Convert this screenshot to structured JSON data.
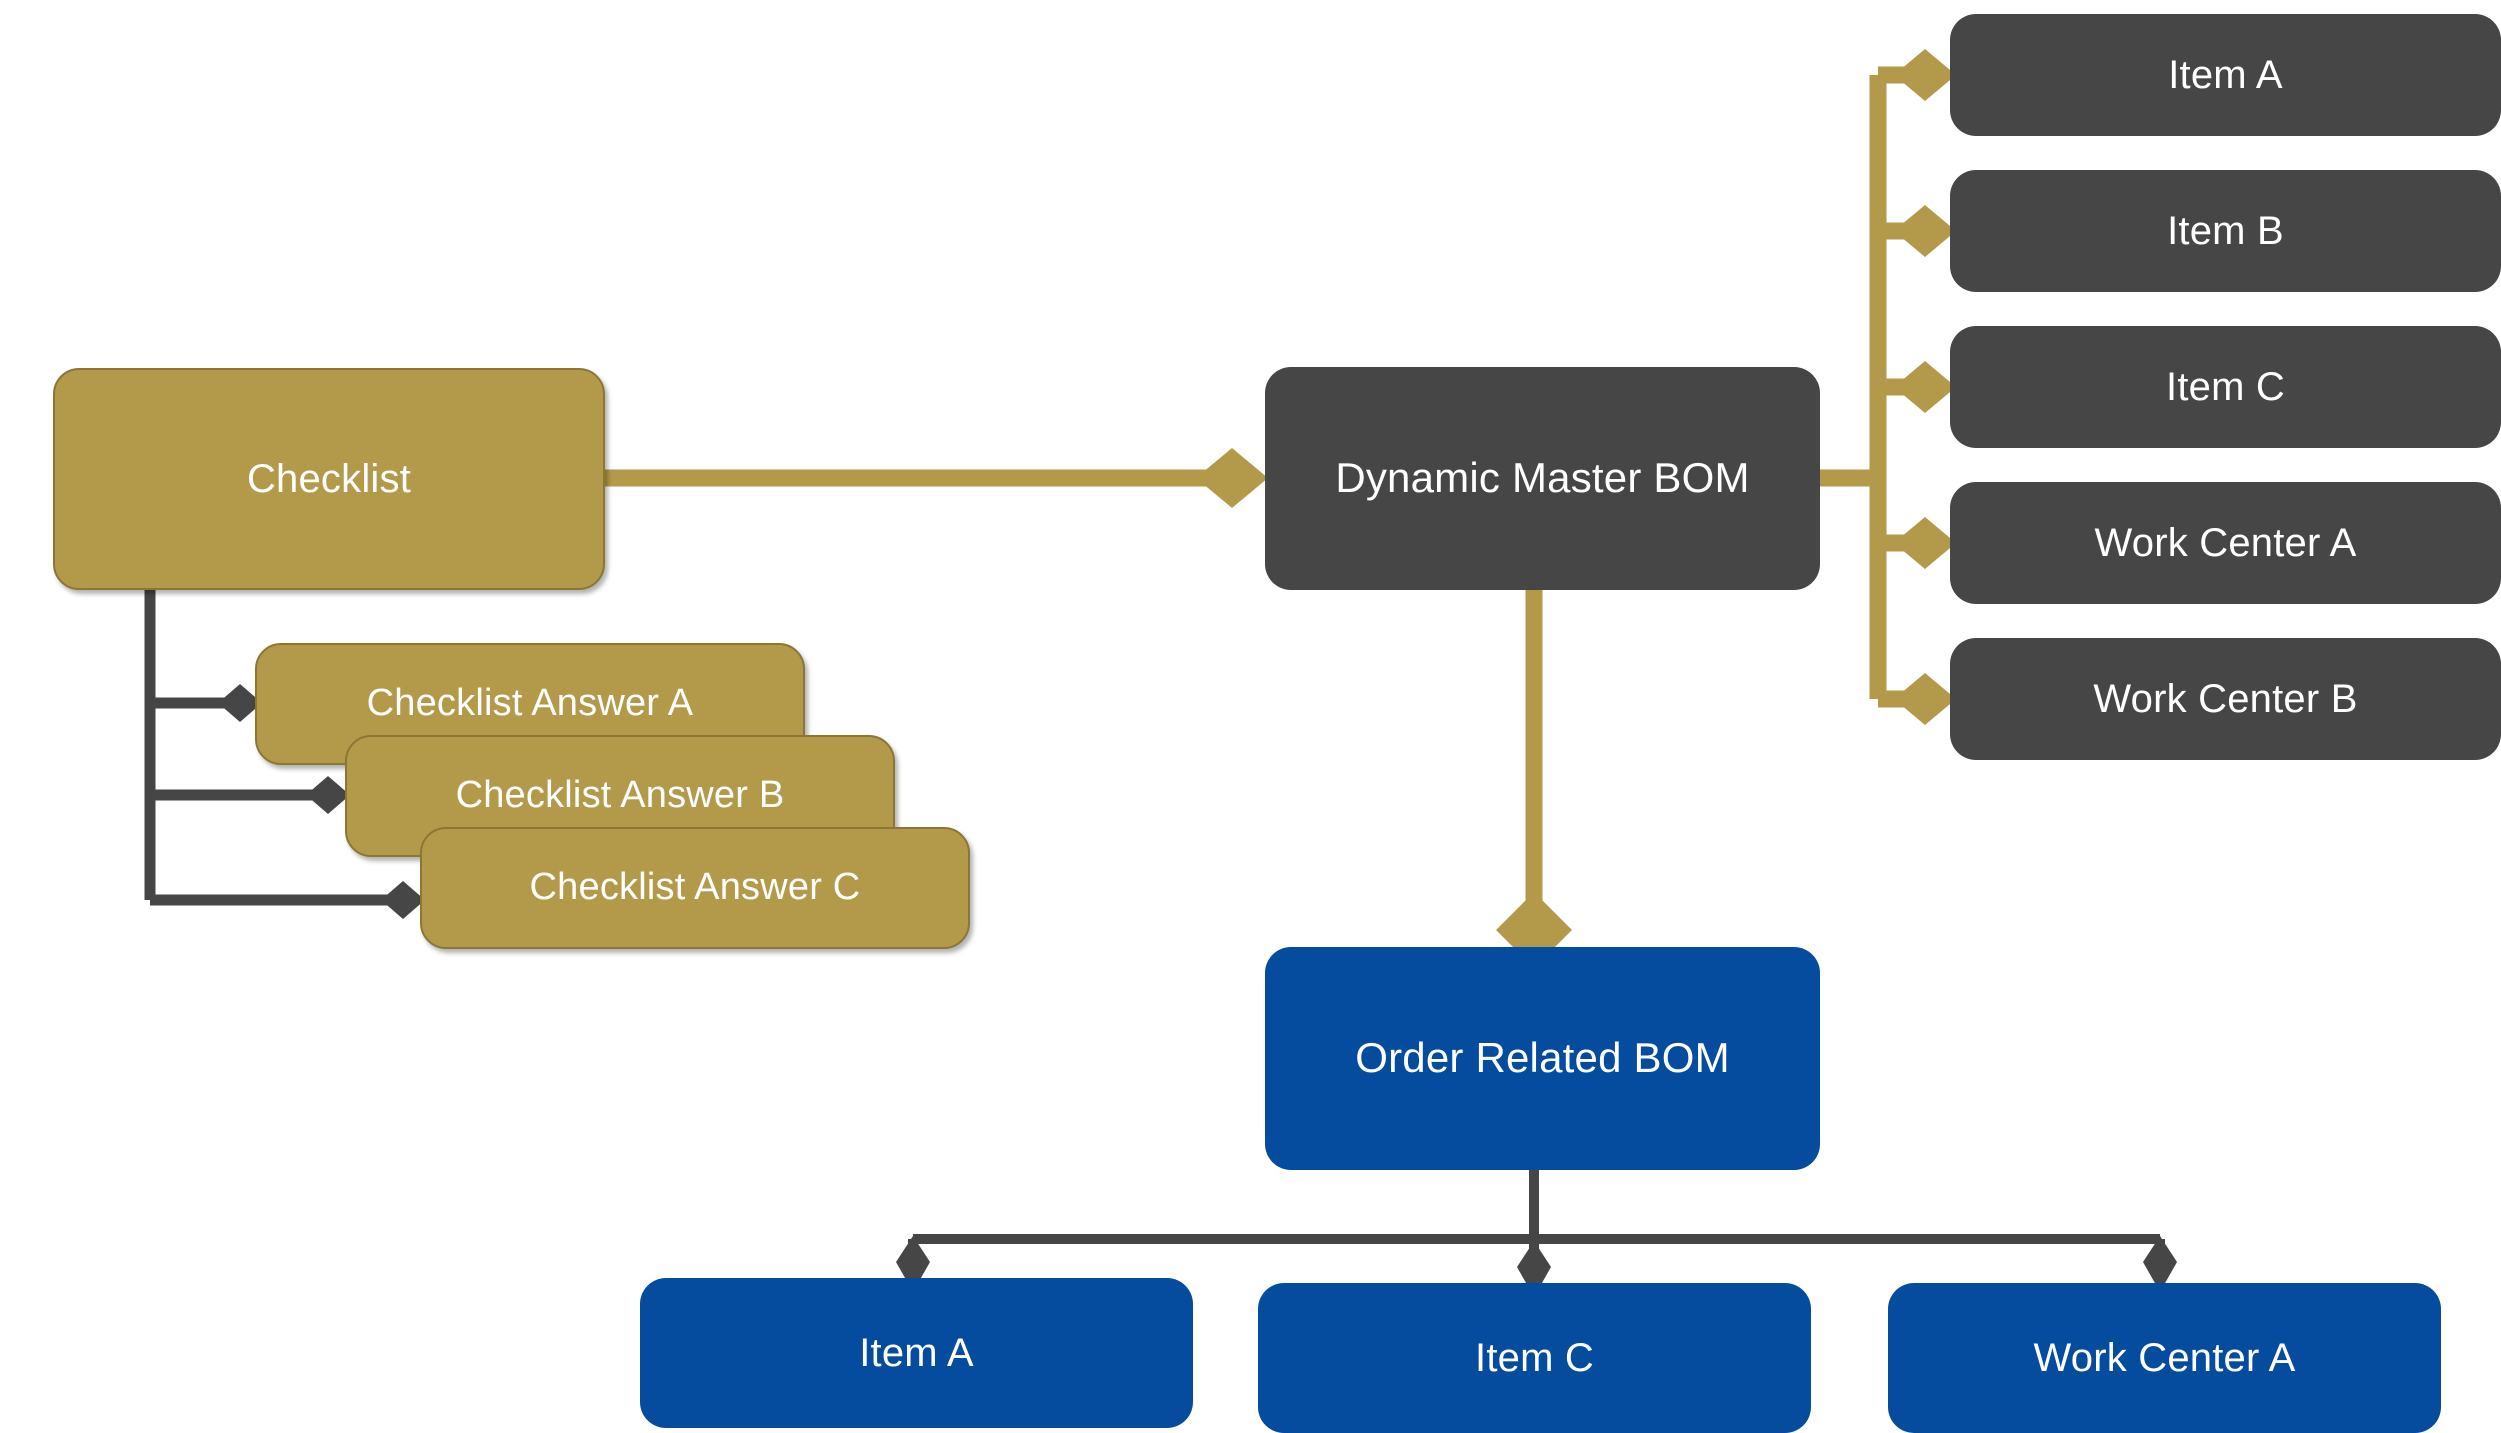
{
  "diagram": {
    "title": "Dynamic Master BOM and Order Related BOM relationship diagram",
    "colors": {
      "gold": "#B39A4B",
      "gold_border": "#8C7633",
      "dark_gray": "#464646",
      "blue": "#064C9E",
      "connector_gray": "#464646",
      "background": "#FFFFFF",
      "text": "#FFFFFF"
    },
    "nodes": {
      "checklist": {
        "label": "Checklist"
      },
      "checklist_answers": [
        {
          "label": "Checklist Answer A"
        },
        {
          "label": "Checklist Answer B"
        },
        {
          "label": "Checklist Answer C"
        }
      ],
      "dynamic_master_bom": {
        "label": "Dynamic Master BOM"
      },
      "master_bom_children": [
        {
          "label": "Item A"
        },
        {
          "label": "Item B"
        },
        {
          "label": "Item C"
        },
        {
          "label": "Work Center A"
        },
        {
          "label": "Work Center B"
        }
      ],
      "order_related_bom": {
        "label": "Order Related BOM"
      },
      "order_bom_children": [
        {
          "label": "Item A"
        },
        {
          "label": "Item C"
        },
        {
          "label": "Work Center A"
        }
      ]
    }
  }
}
